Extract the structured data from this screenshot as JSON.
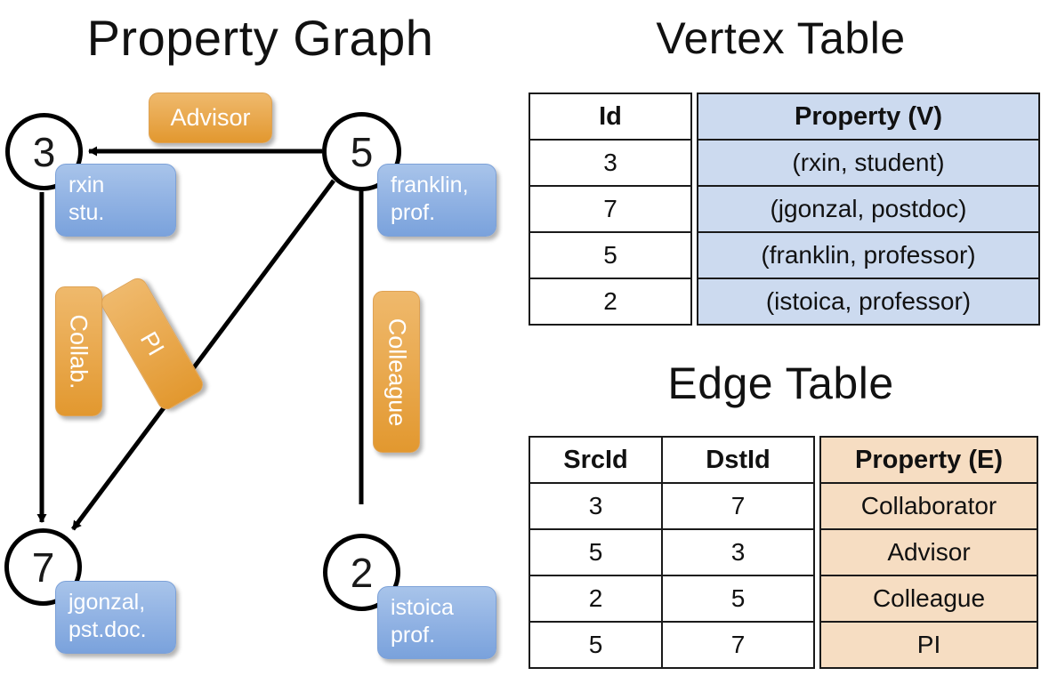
{
  "titles": {
    "property_graph": "Property Graph",
    "vertex_table": "Vertex Table",
    "edge_table": "Edge Table"
  },
  "graph": {
    "nodes": [
      {
        "id": "3",
        "property": [
          "rxin",
          "stu."
        ]
      },
      {
        "id": "5",
        "property": [
          "franklin,",
          "prof."
        ]
      },
      {
        "id": "7",
        "property": [
          "jgonzal,",
          "pst.doc."
        ]
      },
      {
        "id": "2",
        "property": [
          "istoica",
          "prof."
        ]
      }
    ],
    "edge_labels": [
      {
        "name": "advisor",
        "text": "Advisor"
      },
      {
        "name": "collab",
        "text": "Collab."
      },
      {
        "name": "pi",
        "text": "PI"
      },
      {
        "name": "colleague",
        "text": "Colleague"
      }
    ]
  },
  "vertex_table": {
    "headers": [
      "Id",
      "Property (V)"
    ],
    "rows": [
      {
        "id": "3",
        "property": "(rxin, student)"
      },
      {
        "id": "7",
        "property": "(jgonzal, postdoc)"
      },
      {
        "id": "5",
        "property": "(franklin, professor)"
      },
      {
        "id": "2",
        "property": "(istoica, professor)"
      }
    ]
  },
  "edge_table": {
    "headers": [
      "SrcId",
      "DstId",
      "Property (E)"
    ],
    "rows": [
      {
        "src": "3",
        "dst": "7",
        "property": "Collaborator"
      },
      {
        "src": "5",
        "dst": "3",
        "property": "Advisor"
      },
      {
        "src": "2",
        "dst": "5",
        "property": "Colleague"
      },
      {
        "src": "5",
        "dst": "7",
        "property": "PI"
      }
    ]
  },
  "colors": {
    "vertex_fill": "#ccdaef",
    "edge_fill": "#f6ddc2",
    "node_bubble": "#93b4e4",
    "edge_chip": "#e9a94f",
    "stroke": "#1a1a1a"
  }
}
